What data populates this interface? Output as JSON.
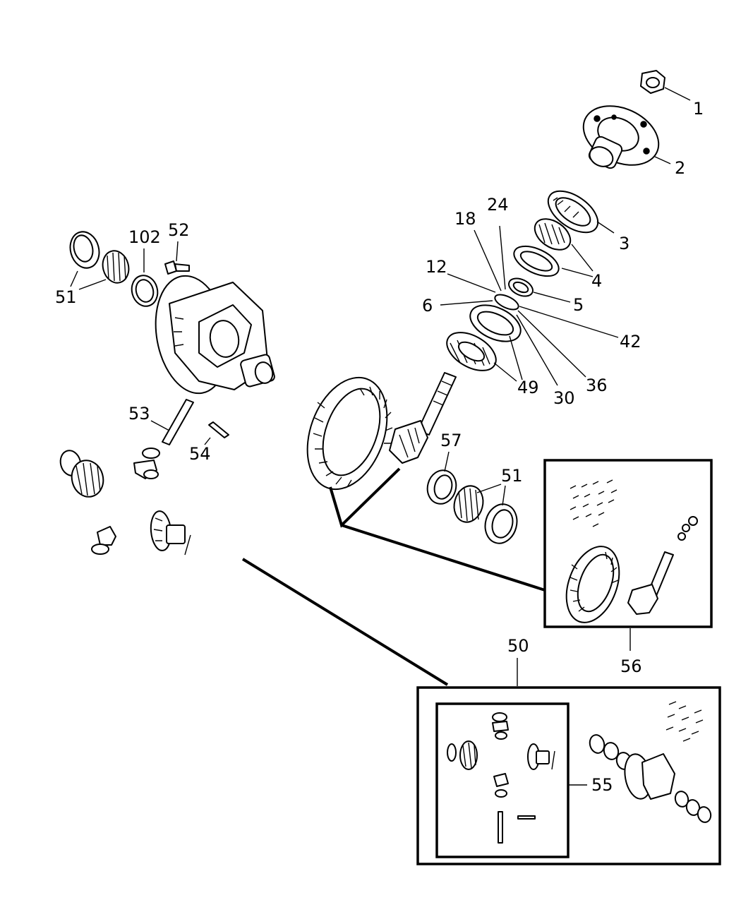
{
  "diagram": {
    "callouts": {
      "c1": "1",
      "c2": "2",
      "c3": "3",
      "c4": "4",
      "c5": "5",
      "c6": "6",
      "c12": "12",
      "c18": "18",
      "c24": "24",
      "c42": "42",
      "c36": "36",
      "c30": "30",
      "c49": "49",
      "c51a": "51",
      "c102": "102",
      "c52": "52",
      "c53": "53",
      "c54": "54",
      "c57": "57",
      "c51b": "51",
      "c56": "56",
      "c50": "50",
      "c55": "55"
    },
    "colors": {
      "line": "#000000",
      "background": "#ffffff"
    }
  }
}
